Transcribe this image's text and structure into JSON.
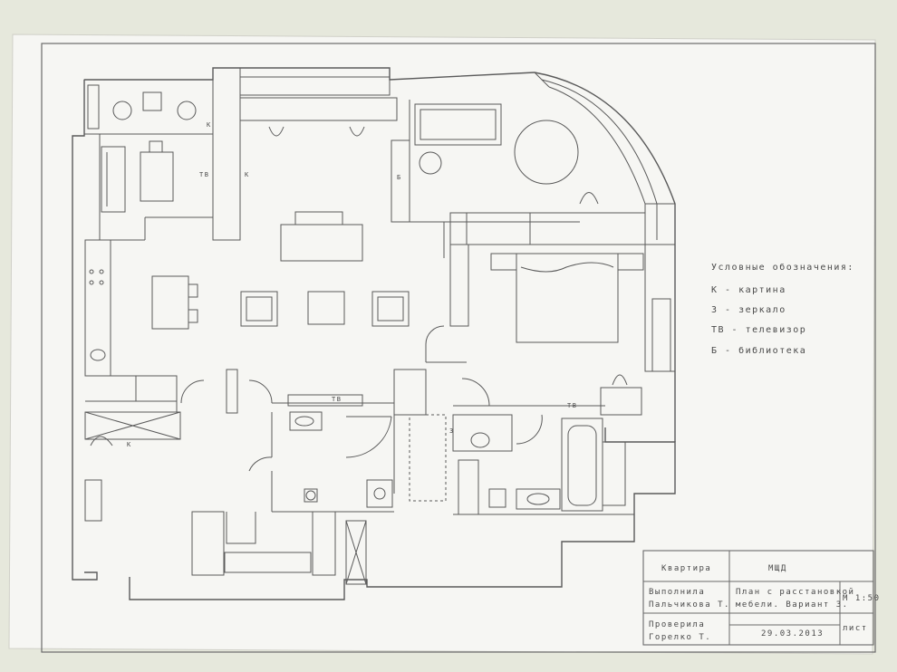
{
  "legend": {
    "title": "Условные обозначения:",
    "items": [
      "К - картина",
      "З - зеркало",
      "ТВ - телевизор",
      "Б - библиотека"
    ]
  },
  "stamp": {
    "row1_left": "Квартира",
    "row1_right": "МЩД",
    "done_by_label": "Выполнила",
    "done_by_name": "Пальчикова Т.",
    "title_line1": "План с расстановкой",
    "title_line2": "мебели. Вариант 3.",
    "scale": "М 1:50",
    "checked_label": "Проверила",
    "checked_name": "Горелко Т.",
    "date": "29.03.2013",
    "sheet": "лист"
  },
  "plan_labels": {
    "k1": "К",
    "k2": "К",
    "k3": "К",
    "tv1": "ТВ",
    "tv2": "ТВ",
    "tv3": "ТВ",
    "b1": "Б",
    "z1": "З"
  }
}
